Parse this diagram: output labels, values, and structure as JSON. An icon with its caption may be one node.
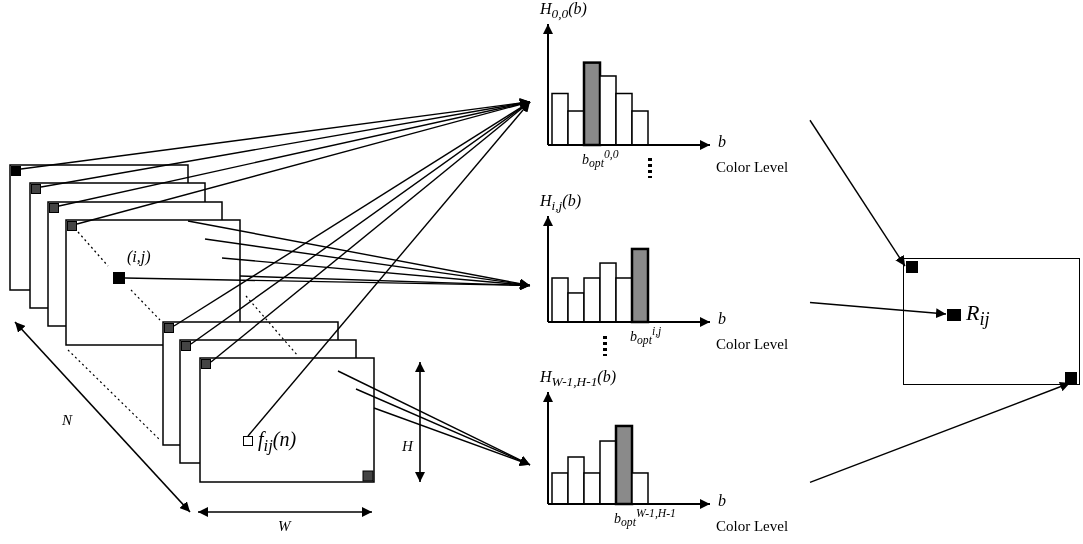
{
  "diagram": {
    "nodes": [
      {
        "text": [],
        "shape": "box"
      },
      {
        "text": [],
        "shape": "box"
      },
      {
        "text": [],
        "shape": "box"
      },
      {
        "text": [],
        "shape": "box"
      },
      {
        "text": [],
        "shape": "box",
        "beside": [
          "(i,j)"
        ]
      },
      {
        "text": [],
        "shape": "box"
      },
      {
        "text": [],
        "shape": "box"
      },
      {
        "text": [],
        "shape": "box"
      },
      {
        "text": [],
        "shape": "box",
        "beside": [
          "f$_{ij}$(n)"
        ]
      },
      {
        "text": [
          "H$_{0,0}$(b)",
          "b",
          "b$_{opt}$$^{0,0}$",
          "Color Level"
        ]
      },
      {
        "text": [
          "H$_{i,j}$(b)",
          "b",
          "b$_{opt}$$^{i,j}$",
          "Color Level"
        ]
      },
      {
        "text": [
          "H$_{W-1,H-1}$(b)",
          "b",
          "b$_{opt}$$^{W-1,H-1}$",
          "Color Level"
        ]
      },
      {
        "text": [
          "R$_{ij}$"
        ]
      },
      {
        "text": [],
        "shape": "box",
        "in": 12
      },
      {
        "text": [],
        "shape": "box",
        "in": 12
      },
      {
        "text": [],
        "shape": "box",
        "in": 12
      }
    ],
    "edges": [
      {
        "from": 0,
        "to": 9,
        "arrow": "to"
      },
      {
        "from": 1,
        "to": 9,
        "arrow": "to"
      },
      {
        "from": 2,
        "to": 9,
        "arrow": "to"
      },
      {
        "from": 3,
        "to": 9,
        "arrow": "to"
      },
      {
        "from": 5,
        "to": 9,
        "arrow": "to"
      },
      {
        "from": 6,
        "to": 9,
        "arrow": "to"
      },
      {
        "from": 7,
        "to": 9,
        "arrow": "to"
      },
      {
        "from": 8,
        "to": 9,
        "arrow": "to"
      },
      {
        "from": null,
        "to": 10,
        "arrow": "to"
      },
      {
        "from": null,
        "to": 10,
        "arrow": "to"
      },
      {
        "from": null,
        "to": 10,
        "arrow": "to"
      },
      {
        "from": null,
        "to": 10,
        "arrow": "to"
      },
      {
        "from": 4,
        "to": 10,
        "arrow": "to"
      },
      {
        "from": null,
        "to": 11,
        "arrow": "to"
      },
      {
        "from": null,
        "to": 11,
        "arrow": "to"
      },
      {
        "from": null,
        "to": 11,
        "arrow": "to"
      },
      {
        "from": 9,
        "to": 13,
        "arrow": "to"
      },
      {
        "from": 10,
        "to": 14,
        "arrow": "to"
      },
      {
        "from": 11,
        "to": 15,
        "arrow": "to"
      }
    ],
    "labels": [
      "N",
      "W",
      "H"
    ]
  }
}
